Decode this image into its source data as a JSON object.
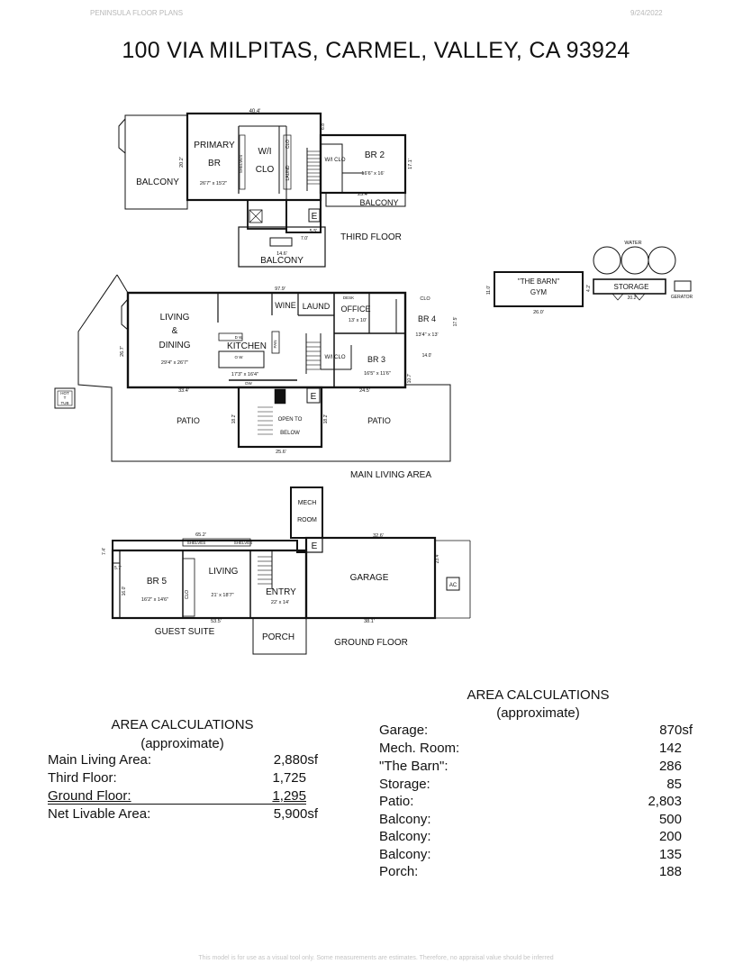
{
  "header": {
    "brand": "PENINSULA FLOOR PLANS",
    "date": "9/24/2022"
  },
  "title": "100 VIA MILPITAS, CARMEL, VALLEY, CA  93924",
  "plan": {
    "third": {
      "dim_top": "40.4'",
      "primary": "PRIMARY",
      "br": "BR",
      "primary_dim": "26'7\" x 15'2\"",
      "dim_left": "20.2'",
      "wi": "W/I",
      "clo": "CLO",
      "clo2": "CLO",
      "laund": "LAUND",
      "shelves": "SHELVES",
      "wi_clo": "W/I CLO",
      "br2": "BR 2",
      "br2_dim": "16'6\" x 16'",
      "dim_br2_right": "17.1'",
      "dim_br2_top": "6.8'",
      "dim_254": "25.4'",
      "balcony_right": "BALCONY",
      "balcony_left": "BALCONY",
      "balcony_bottom": "BALCONY",
      "dim_55": "5.5'",
      "dim_70": "7.0'",
      "dim_146": "14.6'",
      "e": "E",
      "label": "THIRD FLOOR"
    },
    "barn": {
      "water": "WATER",
      "barn": "\"THE BARN\"",
      "gym": "GYM",
      "dim_110": "11.0'",
      "dim_260": "26.0'",
      "storage": "STORAGE",
      "dim_202": "20.2'",
      "dim_42": "4.2'",
      "generator": "GERATOR"
    },
    "main": {
      "dim_979": "97.9'",
      "living": "LIVING",
      "amp": "&",
      "dining": "DINING",
      "ld_dim": "29'4\" x 26'7\"",
      "dim_267": "26.7'",
      "kitchen": "KITCHEN",
      "kitchen_dim": "17'3\" x 16'4\"",
      "pan": "PAN",
      "dw": "D W",
      "ow": "O W",
      "dw2": "DW",
      "wine": "WINE",
      "laund": "LAUND",
      "office": "OFFICE",
      "office_dim": "13' x 10'",
      "desk": "DESK",
      "clo": "CLO",
      "br4": "BR 4",
      "br4_dim": "13'4\" x 13'",
      "dim_175": "17.5'",
      "dim_140": "14.0'",
      "wi_clo": "W/I CLO",
      "br3": "BR 3",
      "br3_dim": "16'5\" x 11'6\"",
      "dim_107": "10.7'",
      "dim_334": "33.4'",
      "dim_245": "24.5'",
      "e": "E",
      "patio_left": "PATIO",
      "patio_right": "PATIO",
      "open_to": "OPEN TO",
      "below": "BELOW",
      "dim_182a": "18.2'",
      "dim_182b": "18.2'",
      "dim_256": "25.6'",
      "hot": "HOT",
      "tub_t": "T",
      "tub": "TUB",
      "label": "MAIN LIVING AREA"
    },
    "ground": {
      "mech": "MECH",
      "room": "ROOM",
      "e": "E",
      "dim_326": "32.6'",
      "dim_652": "65.2'",
      "shelves1": "SHELVES",
      "shelves2": "SHELVES",
      "dim_74": "7.4'",
      "dim_57": "5.7'",
      "br5": "BR 5",
      "br5_dim": "16'2\" x 14'6\"",
      "dim_160": "16.0'",
      "living": "LIVING",
      "living_dim": "21' x 18'7\"",
      "clo": "CLO",
      "entry": "ENTRY",
      "entry_dim": "22' x 14'",
      "garage": "GARAGE",
      "dim_234": "23.4'",
      "ac": "AC",
      "dim_535": "53.5'",
      "dim_381": "38.1'",
      "guest": "GUEST SUITE",
      "porch": "PORCH",
      "label": "GROUND FLOOR"
    }
  },
  "areas_left": {
    "heading": "AREA CALCULATIONS",
    "sub": "(approximate)",
    "rows": [
      {
        "label": "Main Living Area:",
        "value": "2,880sf"
      },
      {
        "label": "Third Floor:",
        "value": "1,725"
      },
      {
        "label": "Ground Floor:",
        "value": "1,295"
      },
      {
        "label": "Net Livable Area:",
        "value": "5,900sf"
      }
    ]
  },
  "areas_right": {
    "heading": "AREA CALCULATIONS",
    "sub": "(approximate)",
    "rows": [
      {
        "label": "Garage:",
        "value": "870sf"
      },
      {
        "label": "Mech. Room:",
        "value": "142"
      },
      {
        "label": "\"The Barn\":",
        "value": "286"
      },
      {
        "label": "Storage:",
        "value": "85"
      },
      {
        "label": "Patio:",
        "value": "2,803"
      },
      {
        "label": "Balcony:",
        "value": "500"
      },
      {
        "label": "Balcony:",
        "value": "200"
      },
      {
        "label": "Balcony:",
        "value": "135"
      },
      {
        "label": "Porch:",
        "value": "188"
      }
    ]
  },
  "footer": "This model is for use as a visual tool only. Some measurements are estimates. Therefore, no appraisal value should be inferred"
}
